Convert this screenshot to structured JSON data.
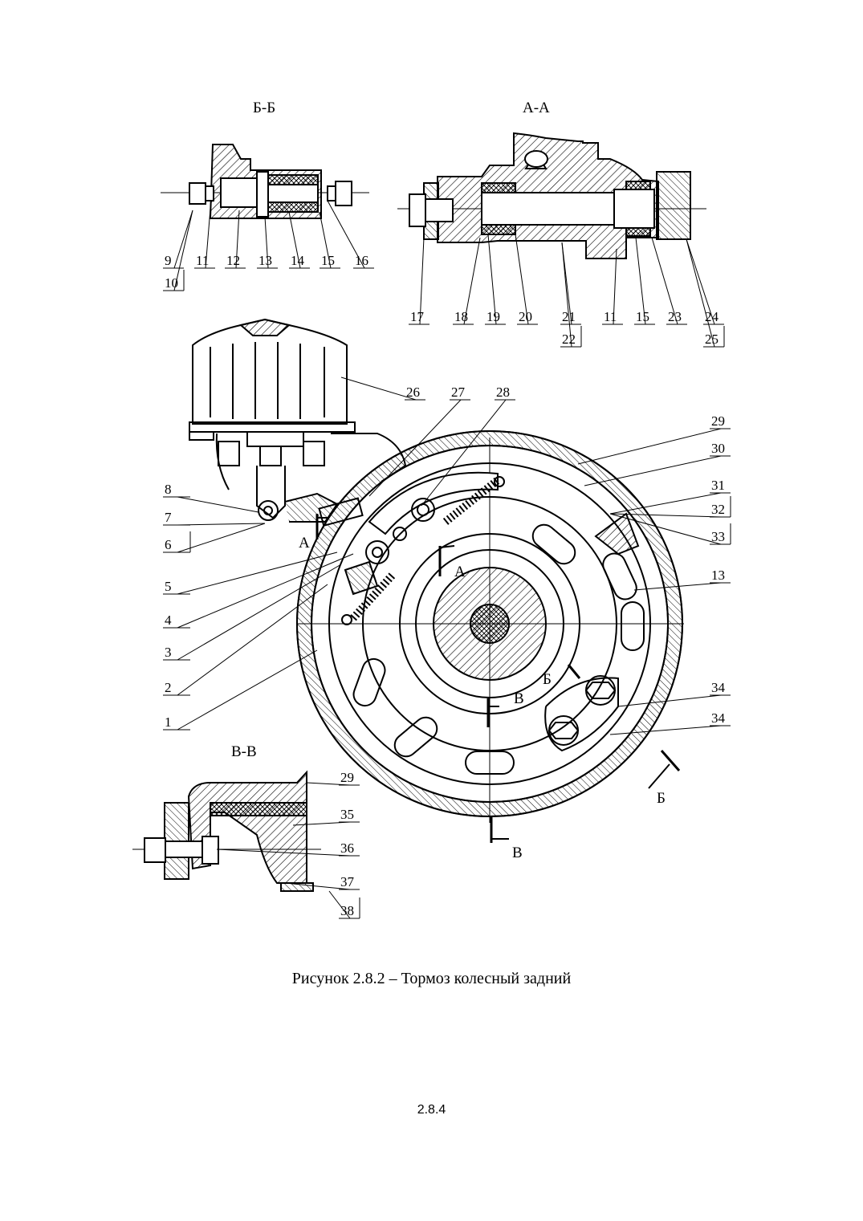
{
  "figure": {
    "sections": {
      "bb": "Б-Б",
      "aa": "А-А",
      "vv": "В-В"
    },
    "cut_marks": {
      "a1": "А",
      "a2": "А",
      "b1": "Б",
      "b2": "Б",
      "v1": "В",
      "v2": "В"
    },
    "callouts": [
      "1",
      "2",
      "3",
      "4",
      "5",
      "6",
      "7",
      "8",
      "9",
      "10",
      "11",
      "12",
      "13",
      "14",
      "15",
      "16",
      "17",
      "18",
      "19",
      "20",
      "21",
      "22",
      "11",
      "15",
      "23",
      "24",
      "25",
      "26",
      "27",
      "28",
      "29",
      "30",
      "31",
      "32",
      "33",
      "13",
      "34",
      "34",
      "29",
      "35",
      "36",
      "37",
      "38"
    ]
  },
  "caption": "Рисунок 2.8.2 – Тормоз колесный задний",
  "page_number": "2.8.4"
}
